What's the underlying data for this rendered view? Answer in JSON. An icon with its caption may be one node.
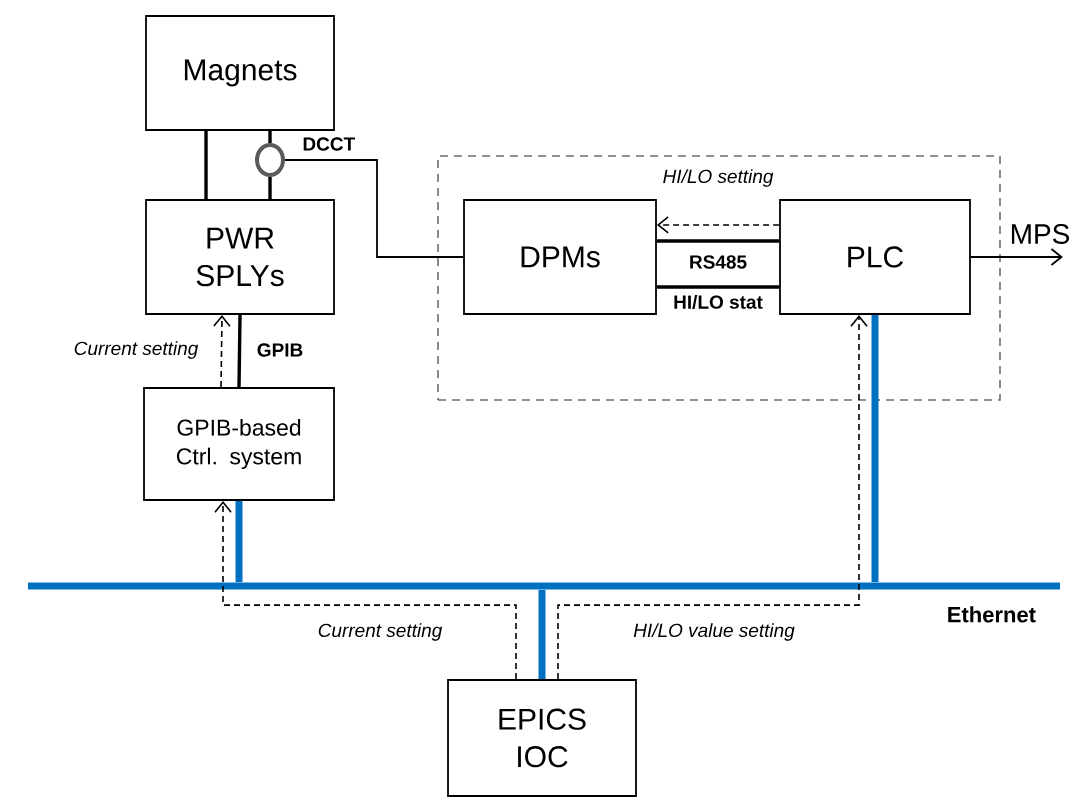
{
  "diagram": {
    "nodes": [
      {
        "text": [
          "Magnets"
        ]
      },
      {
        "text": [],
        "shape": "circle"
      },
      {
        "text": [
          "PWR SPLYs"
        ]
      },
      {
        "text": [
          "GPIB-based Ctrl. system"
        ]
      },
      {
        "text": [],
        "shape": "box"
      },
      {
        "text": [
          "DPMs"
        ],
        "in": 4
      },
      {
        "text": [
          "PLC"
        ],
        "in": 4
      },
      {
        "text": [
          "Ethernet"
        ]
      },
      {
        "text": [
          "EPICS IOC"
        ]
      }
    ],
    "edges": [
      {
        "from": 0,
        "to": 2,
        "arrow": "none"
      },
      {
        "from": 0,
        "to": 1,
        "arrow": "none"
      },
      {
        "from": 1,
        "to": 2,
        "arrow": "none"
      },
      {
        "from": 1,
        "to": 5,
        "arrow": "none"
      },
      {
        "from": 3,
        "to": 2,
        "arrow": "to",
        "style": "dashed",
        "label": "Current setting"
      },
      {
        "from": 2,
        "to": 3,
        "arrow": "none",
        "label": "GPIB"
      },
      {
        "from": 3,
        "to": 7,
        "arrow": "none",
        "style": "thick",
        "color": "#0070c0"
      },
      {
        "from": 6,
        "to": 7,
        "arrow": "none",
        "style": "thick",
        "color": "#0070c0"
      },
      {
        "from": 8,
        "to": 7,
        "arrow": "none",
        "style": "thick",
        "color": "#0070c0"
      },
      {
        "from": 8,
        "to": 3,
        "arrow": "to",
        "style": "dashed",
        "label": "Current setting"
      },
      {
        "from": 8,
        "to": 6,
        "arrow": "to",
        "style": "dashed",
        "label": "HI/LO value setting"
      },
      {
        "from": 6,
        "to": 5,
        "arrow": "to",
        "style": "dashed",
        "label": "HI/LO setting"
      },
      {
        "from": 5,
        "to": 6,
        "arrow": "none",
        "label": "RS485"
      },
      {
        "from": 5,
        "to": 6,
        "arrow": "none",
        "label": "HI/LO stat"
      },
      {
        "from": 6,
        "to": null,
        "arrow": "to",
        "label": "MPS"
      }
    ],
    "labels": [
      "DCCT"
    ]
  }
}
